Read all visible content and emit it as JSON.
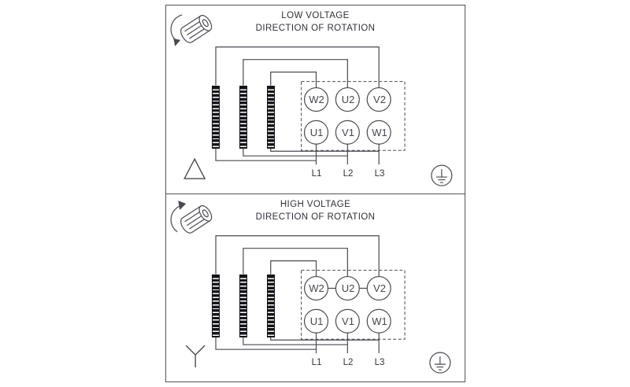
{
  "panels": [
    {
      "id": "low-voltage",
      "title": "LOW VOLTAGE",
      "subtitle": "DIRECTION OF ROTATION",
      "connection": "delta",
      "terminals": {
        "top": [
          "W2",
          "U2",
          "V2"
        ],
        "bottom": [
          "U1",
          "V1",
          "W1"
        ]
      },
      "lines": [
        "L1",
        "L2",
        "L3"
      ]
    },
    {
      "id": "high-voltage",
      "title": "HIGH VOLTAGE",
      "subtitle": "DIRECTION OF ROTATION",
      "connection": "wye",
      "terminals": {
        "top": [
          "W2",
          "U2",
          "V2"
        ],
        "bottom": [
          "U1",
          "V1",
          "W1"
        ]
      },
      "lines": [
        "L1",
        "L2",
        "L3"
      ]
    }
  ],
  "icons": {
    "rotation": "rotation-direction-icon",
    "delta": "delta-connection-icon",
    "wye": "wye-connection-icon",
    "ground": "earth-ground-icon"
  },
  "colors": {
    "line": "#4a4a52",
    "text": "#2f2f38",
    "bar": "#141419",
    "background": "#ffffff"
  }
}
